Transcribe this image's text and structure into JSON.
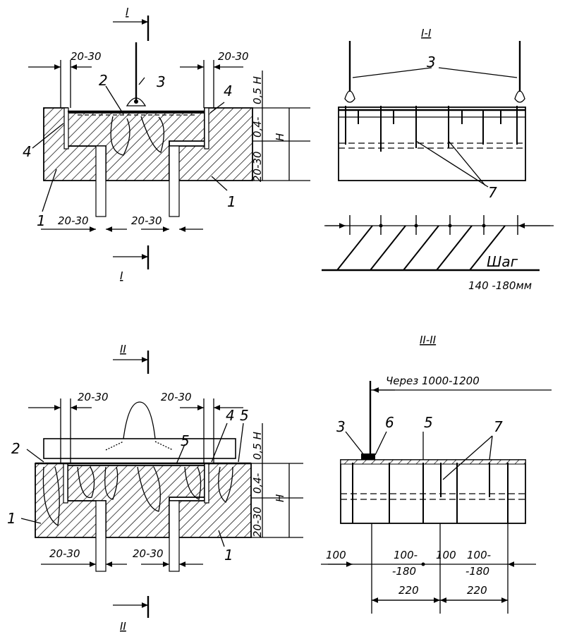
{
  "sections": {
    "s1_top": "I",
    "s1_bottom": "I",
    "s1_title": "I-I",
    "s2_top": "II",
    "s2_bottom": "II",
    "s2_title": "II-II"
  },
  "dims": {
    "d2030": "20-30",
    "d05h": "0,5 H",
    "d04": "0,4-",
    "h": "H",
    "step_word": "Шаг",
    "step_range": "140 -180мм",
    "through": "Через  1000-1200",
    "d100": "100",
    "d100_180": "100-",
    "d180": "-180",
    "d220": "220"
  },
  "callouts": {
    "c1": "1",
    "c2": "2",
    "c3": "3",
    "c4": "4",
    "c5": "5",
    "c6": "6",
    "c7": "7"
  }
}
